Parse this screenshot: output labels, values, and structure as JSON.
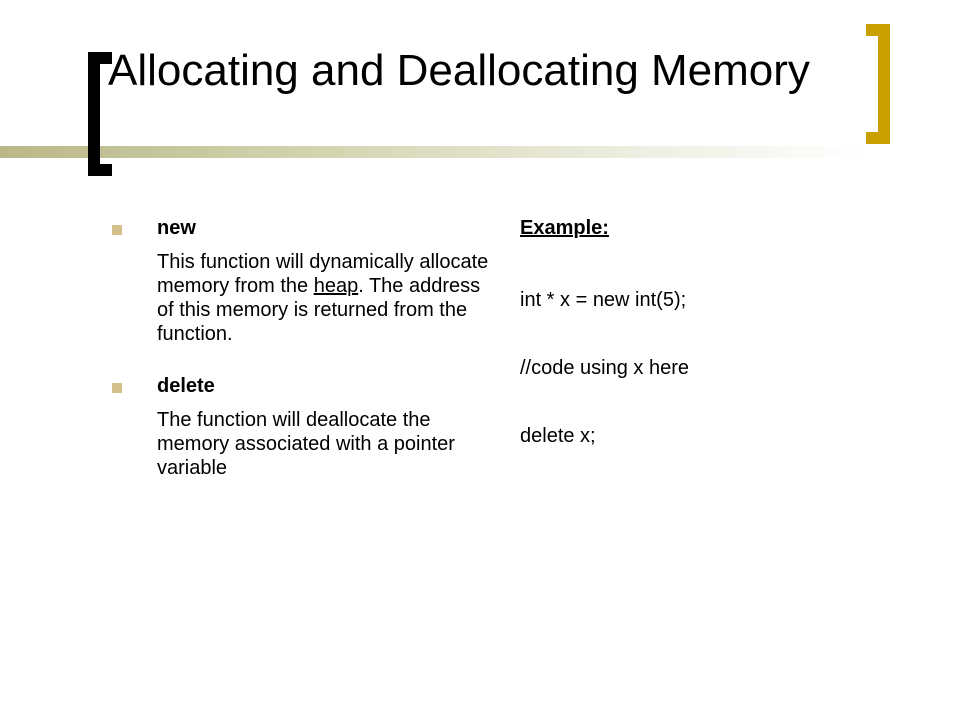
{
  "slide": {
    "title": "Allocating and Deallocating Memory",
    "accent_color": "#c9a000",
    "bullet_color": "#d4c08a",
    "items": [
      {
        "term": "new",
        "desc_before": "This function will dynamically allocate memory from the ",
        "desc_link": "heap",
        "desc_after": ". The address of this memory is returned  from the function."
      },
      {
        "term": "delete",
        "desc": "The function will deallocate the memory associated with a pointer variable"
      }
    ],
    "example": {
      "label": "Example:",
      "lines": [
        "int * x = new int(5);",
        "//code using x here",
        "delete x;"
      ]
    }
  }
}
